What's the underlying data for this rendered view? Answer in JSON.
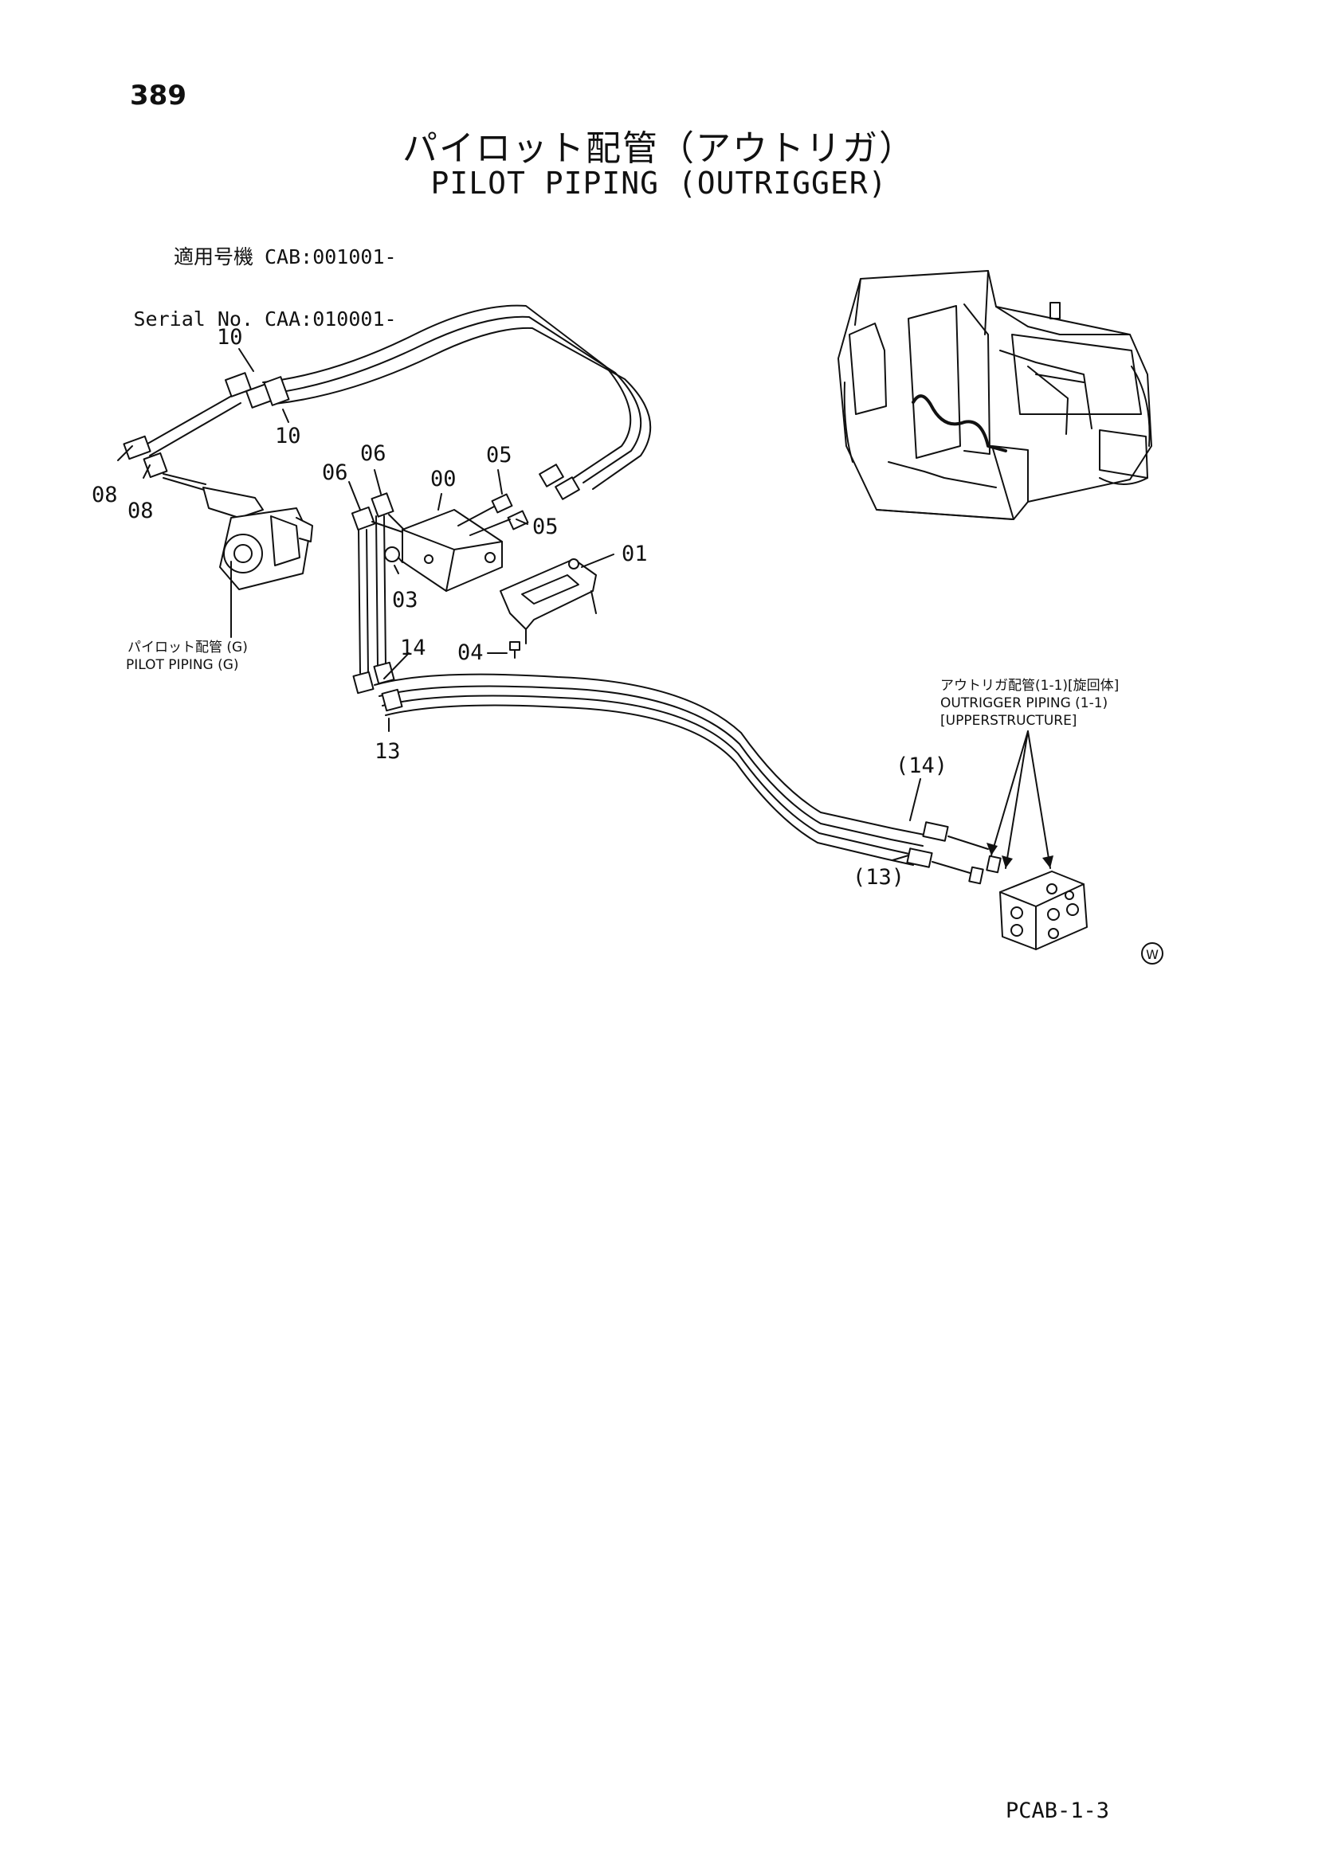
{
  "page_number": "389",
  "title_jp": "パイロット配管（アウトリガ）",
  "title_en": "PILOT PIPING (OUTRIGGER)",
  "serial": {
    "row1_label": "適用号機",
    "row1_value": "CAB:001001-",
    "row2_label": "Serial No.",
    "row2_value": "CAA:010001-"
  },
  "callouts": {
    "c10a": "10",
    "c10b": "10",
    "c08a": "08",
    "c08b": "08",
    "c06a": "06",
    "c06b": "06",
    "c00": "00",
    "c05a": "05",
    "c05b": "05",
    "c03": "03",
    "c01": "01",
    "c04": "04",
    "c14": "14",
    "c13": "13",
    "c14p": "(14)",
    "c13p": "(13)"
  },
  "notes": {
    "pilot_g_jp": "パイロット配管 (G)",
    "pilot_g_en": "PILOT PIPING (G)",
    "out_jp": "アウトリガ配管(1-1)[旋回体]",
    "out_en1": "OUTRIGGER PIPING (1-1)",
    "out_en2": "[UPPERSTRUCTURE]"
  },
  "w_mark": "W",
  "footer_code": "PCAB-1-3"
}
